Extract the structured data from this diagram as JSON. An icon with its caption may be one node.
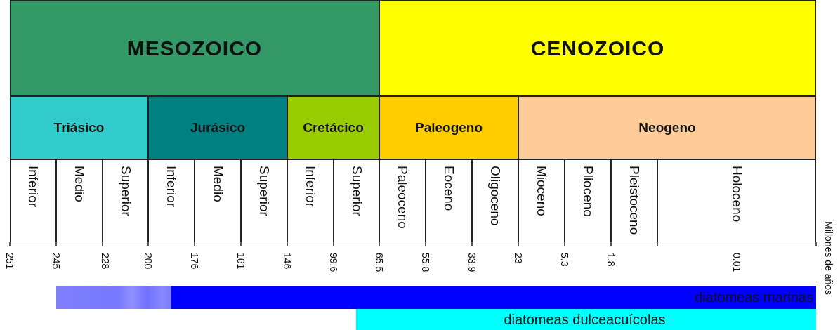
{
  "diagram": {
    "nodes": [
      {
        "text": [
          "MESOZOICO"
        ]
      },
      {
        "text": [
          "CENOZOICO"
        ]
      },
      {
        "text": [
          "Triásico"
        ]
      },
      {
        "text": [
          "Jurásico"
        ]
      },
      {
        "text": [
          "Cretácico"
        ]
      },
      {
        "text": [
          "Paleogeno"
        ]
      },
      {
        "text": [
          "Neogeno"
        ]
      },
      {
        "text": [
          "Inferior"
        ]
      },
      {
        "text": [
          "Medio"
        ]
      },
      {
        "text": [
          "Superior"
        ]
      },
      {
        "text": [
          "Inferior"
        ]
      },
      {
        "text": [
          "Medio"
        ]
      },
      {
        "text": [
          "Superior"
        ]
      },
      {
        "text": [
          "Inferior"
        ]
      },
      {
        "text": [
          "Superior"
        ]
      },
      {
        "text": [
          "Paleoceno"
        ]
      },
      {
        "text": [
          "Eoceno"
        ]
      },
      {
        "text": [
          "Oligoceno"
        ]
      },
      {
        "text": [
          "Mioceno"
        ]
      },
      {
        "text": [
          "Plioceno"
        ]
      },
      {
        "text": [
          "Pleistoceno"
        ]
      },
      {
        "text": [
          "Holoceno"
        ]
      },
      {
        "text": [
          "diatomeas marinas"
        ]
      },
      {
        "text": [
          "diatomeas dulceacuícolas"
        ]
      }
    ],
    "labels": [
      "251",
      "245",
      "228",
      "200",
      "176",
      "161",
      "146",
      "99.6",
      "65.5",
      "55.8",
      "33.9",
      "23",
      "5.3",
      "1.8",
      "0.01",
      "Millones de años"
    ]
  }
}
